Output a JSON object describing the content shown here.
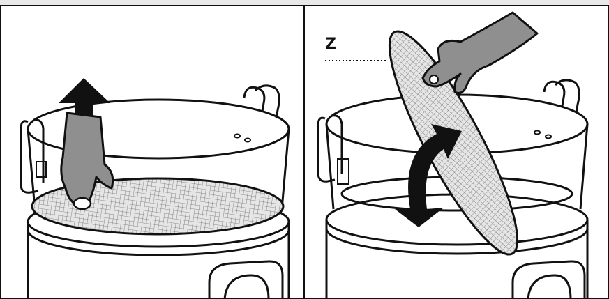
{
  "figure": {
    "panels": [
      {
        "name": "panel-left",
        "step": "lift-filter-out"
      },
      {
        "name": "panel-right",
        "step": "tilt-filter-and-reinsert"
      }
    ],
    "callouts": [
      {
        "label": "Z"
      }
    ],
    "colors": {
      "background": "#ffffff",
      "frame_bar": "#e9e9e9",
      "line": "#111111",
      "glove": "#8f8f8f",
      "mesh": "#bdbdbd",
      "mesh_fill": "#e3e3e3"
    },
    "icons": [
      "hand-icon",
      "arrow-up-icon",
      "rotate-arrow-icon",
      "filter-mesh-icon",
      "drum-icon"
    ]
  }
}
